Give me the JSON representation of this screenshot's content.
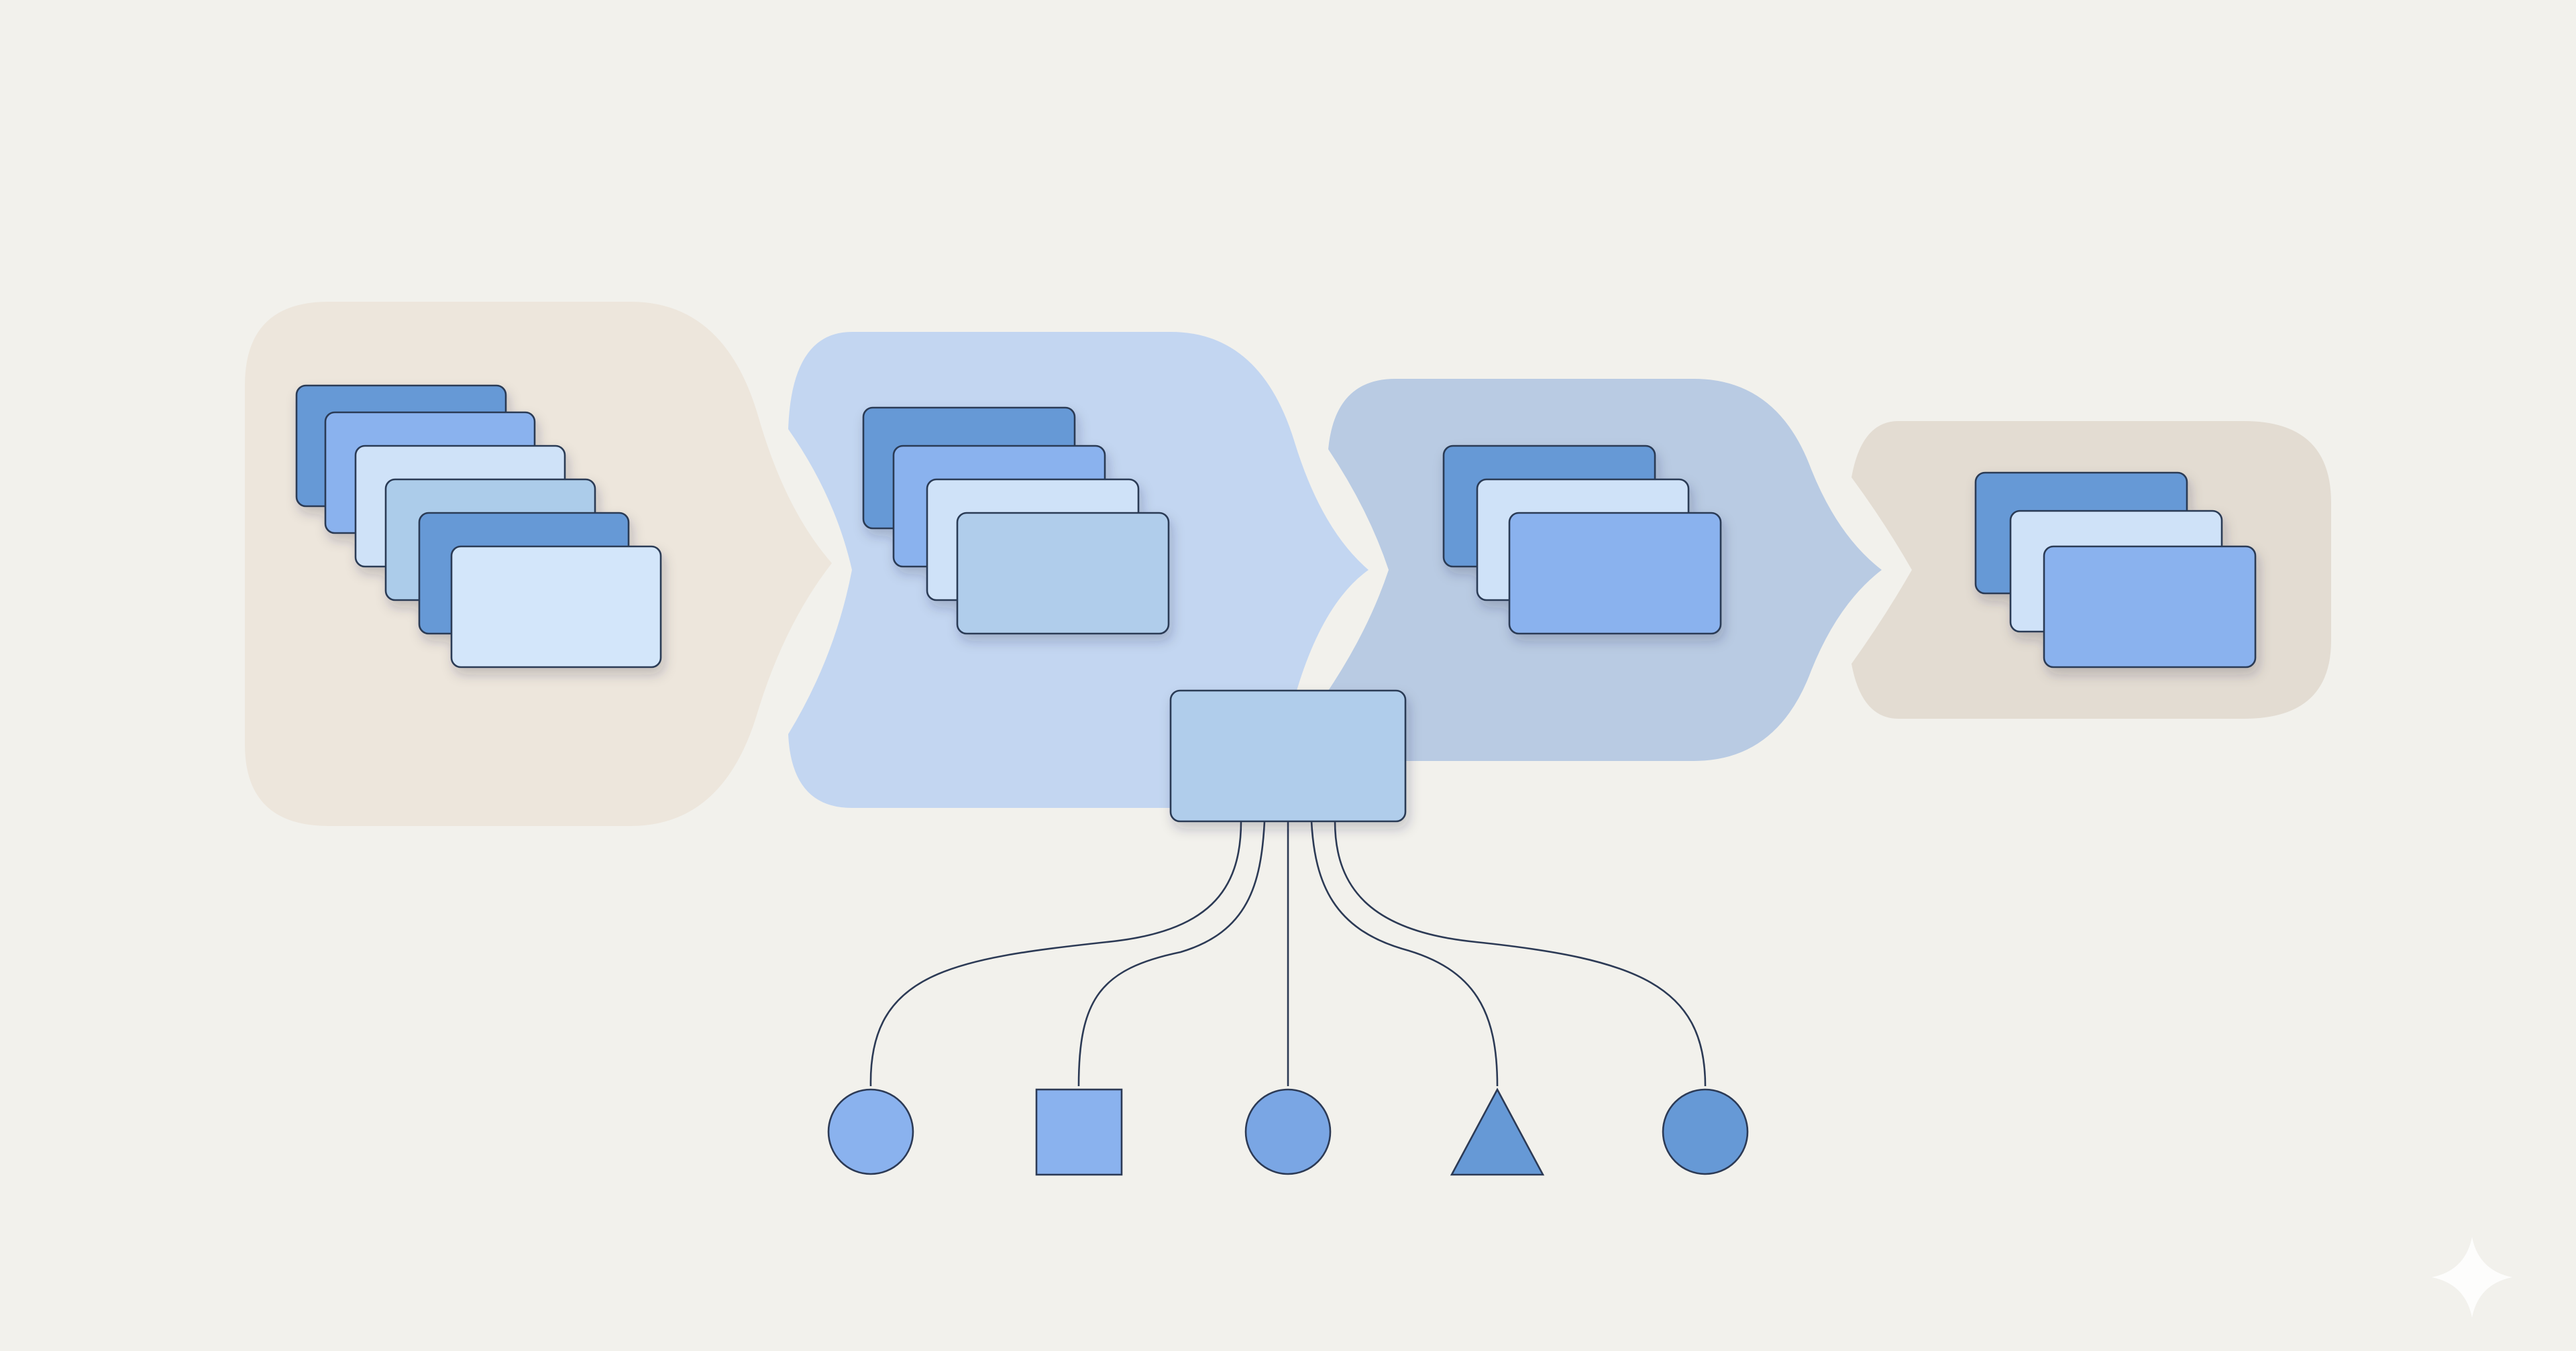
{
  "palette": {
    "background": "#f2f1ec",
    "outline": "#2c3a55",
    "stage_1_fill": "#ede6dc",
    "stage_2_fill": "#c3d6f1",
    "stage_3_fill": "#b9cbe3",
    "stage_4_fill": "#e3dcd2",
    "hub_fill": "#b0cdeb",
    "blue_dark": "#6699d6",
    "blue_mid": "#8ab2ee",
    "blue_light": "#cfe2f8",
    "blue_soft": "#acccea"
  },
  "stages": [
    {
      "name": "stage-1",
      "card_count": 6,
      "card_fills": [
        "#6699d6",
        "#8ab2ee",
        "#cfe2f8",
        "#acccea",
        "#6699d6",
        "#d3e6fa"
      ]
    },
    {
      "name": "stage-2",
      "card_count": 4,
      "card_fills": [
        "#6699d6",
        "#8ab2ee",
        "#cfe2f8",
        "#b0cdeb"
      ]
    },
    {
      "name": "stage-3",
      "card_count": 3,
      "card_fills": [
        "#6699d6",
        "#cfe2f8",
        "#8ab2ee"
      ]
    },
    {
      "name": "stage-4",
      "card_count": 3,
      "card_fills": [
        "#6699d6",
        "#cfe2f8",
        "#8ab2ee"
      ]
    }
  ],
  "hub": {
    "fill": "#b0cdeb"
  },
  "outputs": [
    {
      "shape": "circle",
      "fill": "#8ab2ee"
    },
    {
      "shape": "square",
      "fill": "#8ab2ee"
    },
    {
      "shape": "circle",
      "fill": "#7aa6e4"
    },
    {
      "shape": "triangle",
      "fill": "#6699d6"
    },
    {
      "shape": "circle",
      "fill": "#6699d6"
    }
  ],
  "watermark": {
    "icon": "sparkle-icon"
  }
}
